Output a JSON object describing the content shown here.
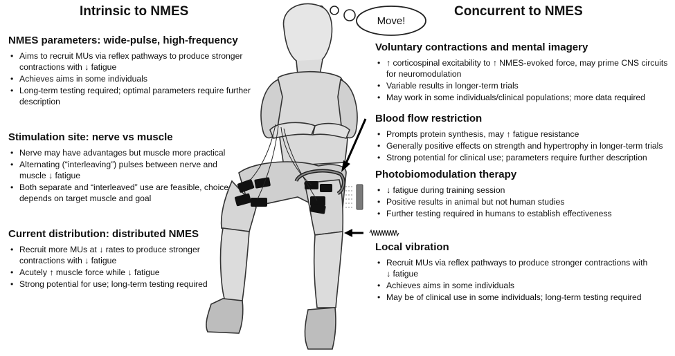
{
  "thought_bubble": "Move!",
  "left": {
    "title": "Intrinsic to NMES",
    "sections": [
      {
        "title": "NMES parameters: wide-pulse, high-frequency",
        "bullets": [
          "Aims to recruit MUs via reflex pathways to produce stronger contractions with ↓ fatigue",
          "Achieves aims in some individuals",
          "Long-term testing required; optimal parameters require further description"
        ]
      },
      {
        "title": "Stimulation site: nerve vs muscle",
        "bullets": [
          "Nerve may have advantages but muscle more practical",
          "Alternating (“interleaving”) pulses between nerve and muscle ↓ fatigue",
          "Both separate and “interleaved” use are feasible, choice depends on target muscle and goal"
        ]
      },
      {
        "title": "Current distribution: distributed NMES",
        "bullets": [
          "Recruit more MUs at ↓ rates to produce stronger contractions with ↓ fatigue",
          "Acutely ↑ muscle force while ↓ fatigue",
          "Strong potential for use; long-term testing required"
        ]
      }
    ]
  },
  "right": {
    "title": "Concurrent to NMES",
    "sections": [
      {
        "title": "Voluntary contractions and mental imagery",
        "bullets": [
          "↑ corticospinal excitability to ↑ NMES-evoked force, may prime CNS circuits for neuromodulation",
          "Variable results in longer-term trials",
          "May work in some individuals/clinical populations; more data required"
        ]
      },
      {
        "title": "Blood flow restriction",
        "bullets": [
          "Prompts protein synthesis, may ↑ fatigue resistance",
          "Generally positive effects on strength and hypertrophy in longer-term trials",
          "Strong potential for clinical use; parameters require further description"
        ]
      },
      {
        "title": "Photobiomodulation therapy",
        "bullets": [
          "↓ fatigue during training session",
          "Positive results in animal but not human studies",
          "Further testing required in humans to establish effectiveness"
        ]
      },
      {
        "title": "Local vibration",
        "bullets": [
          "Recruit MUs via reflex pathways to produce stronger contractions with ↓ fatigue",
          "Achieves aims in some individuals",
          "May be of clinical use in some individuals; long-term testing required"
        ]
      }
    ]
  }
}
